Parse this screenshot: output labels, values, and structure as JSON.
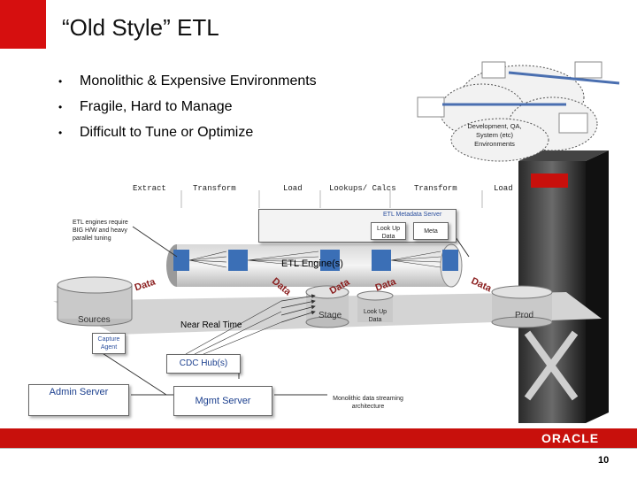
{
  "slide": {
    "title": "“Old Style” ETL",
    "bullets": [
      "Monolithic & Expensive Environments",
      "Fragile, Hard to Manage",
      "Difficult to Tune or Optimize"
    ],
    "bullet_marker": "•",
    "page_number": "10",
    "logo": "ORACLE",
    "accent_color": "#d60f0f"
  },
  "diagram": {
    "stages": [
      "Extract",
      "Transform",
      "Load",
      "Lookups/ Calcs",
      "Transform",
      "Load"
    ],
    "etl_note": "ETL engines require BIG H/W and heavy parallel tuning",
    "etl_metadata_server": "ETL Metadata Server",
    "metadata_items": [
      "Look Up Data",
      "Meta"
    ],
    "etl_engine": "ETL Engine(s)",
    "data_tags": [
      "Data",
      "Data",
      "Data",
      "Data",
      "Data"
    ],
    "sources": "Sources",
    "stage": "Stage",
    "lookup_data": "Look Up Data",
    "prod": "Prod",
    "near_real_time": "Near Real Time",
    "capture_agent": "Capture Agent",
    "cdc_hub": "CDC Hub(s)",
    "admin_server": "Admin Server",
    "mgmt_server": "Mgmt Server",
    "streaming_note": "Monolithic data streaming architecture",
    "cloud_label": "Development, QA, System (etc) Environments"
  }
}
